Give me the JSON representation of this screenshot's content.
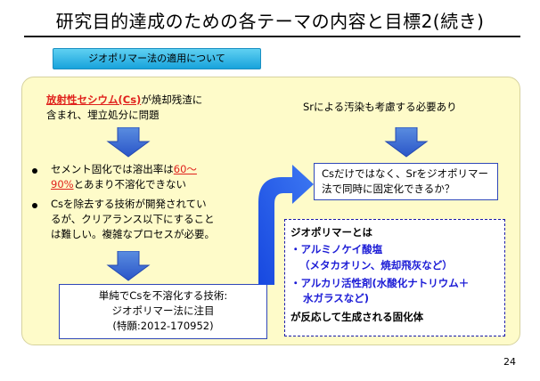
{
  "title": "研究目的達成のための各テーマの内容と目標2(続き)",
  "tag_label": "ジオポリマー法の適用について",
  "left": {
    "intro_red": "放射性セシウム(Cs)",
    "intro_rest_line1": "が焼却残渣に",
    "intro_line2": "含まれ、埋立処分に問題",
    "bullet1_line1_pre": "セメント固化では溶出率は",
    "bullet1_line1_red": "60～",
    "bullet1_line2_red": "90%",
    "bullet1_line2_post": "とあまり不溶化できない",
    "bullet2_line1": "Csを除去する技術が開発されてい",
    "bullet2_line2": "るが、クリアランス以下にすること",
    "bullet2_line3": "は難しい。複雑なプロセスが必要。",
    "box_line1": "単純でCsを不溶化する技術:",
    "box_line2": "ジオポリマー法に注目",
    "box_line3": "(特願:2012-170952)"
  },
  "right": {
    "intro": "Srによる汚染も考慮する必要あり",
    "box_line1": "Csだけではなく、Srをジオポリマー",
    "box_line2": "法で同時に固定化できるか？",
    "def_title": "ジオポリマーとは",
    "def_item1": "・アルミノケイ酸塩",
    "def_item1_sub": "（メタカオリン、焼却飛灰など）",
    "def_item2_line1": "・アルカリ活性剤(水酸化ナトリウム＋",
    "def_item2_line2": "水ガラスなど)",
    "def_footer": "が反応して生成される固化体"
  },
  "page_number": "24",
  "colors": {
    "panel": "#fefbc9",
    "tag": "#18a3dc",
    "arrow_blue": "#2255dd",
    "accent_red": "#e0211c",
    "def_blue": "#1b1bd6"
  }
}
